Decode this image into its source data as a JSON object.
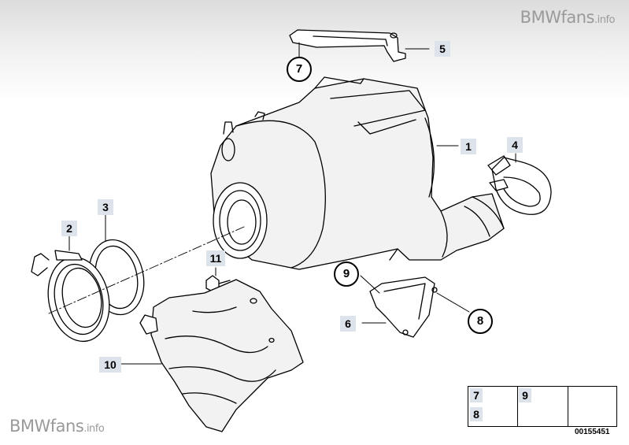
{
  "watermark": {
    "brand": "BMWfans",
    "suffix": ".info"
  },
  "callouts": [
    {
      "id": "1",
      "kind": "box"
    },
    {
      "id": "2",
      "kind": "box"
    },
    {
      "id": "3",
      "kind": "box"
    },
    {
      "id": "4",
      "kind": "box"
    },
    {
      "id": "5",
      "kind": "box"
    },
    {
      "id": "6",
      "kind": "box"
    },
    {
      "id": "10",
      "kind": "box"
    },
    {
      "id": "11",
      "kind": "box"
    },
    {
      "id": "7",
      "kind": "circle"
    },
    {
      "id": "8",
      "kind": "circle"
    },
    {
      "id": "9",
      "kind": "circle"
    }
  ],
  "legend": {
    "labels": [
      "7",
      "8",
      "9"
    ]
  },
  "document_number": "00155451"
}
